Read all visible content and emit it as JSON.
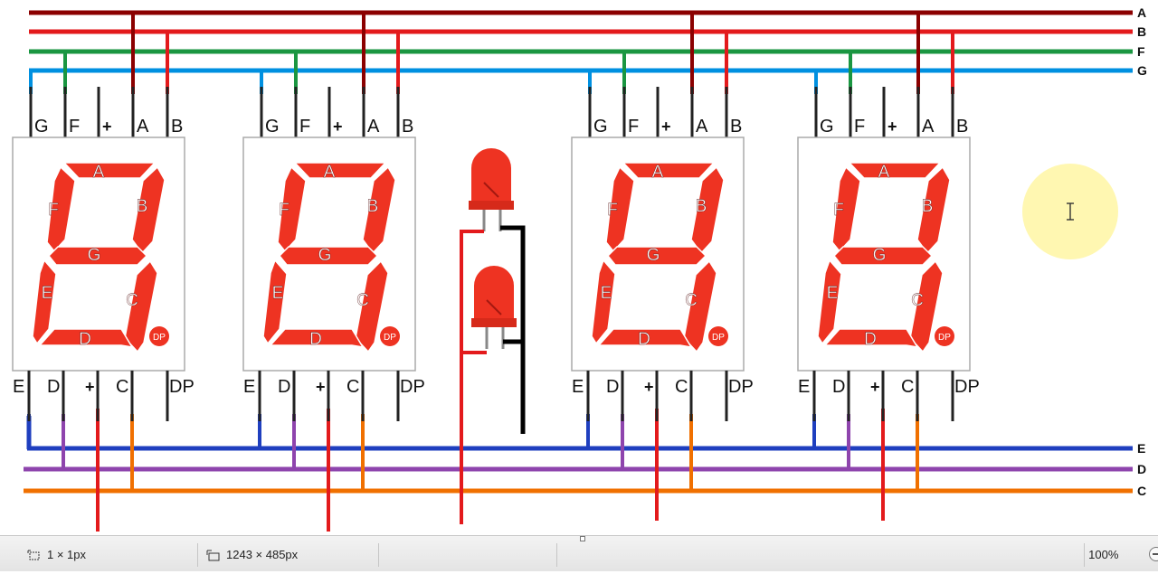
{
  "bus_top": [
    {
      "label": "A",
      "color": "#8b0000"
    },
    {
      "label": "B",
      "color": "#e31a1c"
    },
    {
      "label": "F",
      "color": "#1a9641"
    },
    {
      "label": "G",
      "color": "#0090e0"
    }
  ],
  "bus_bottom": [
    {
      "label": "E",
      "color": "#1f3fbf"
    },
    {
      "label": "D",
      "color": "#8e44ad"
    },
    {
      "label": "C",
      "color": "#f07000"
    }
  ],
  "top_pin_labels": [
    "G",
    "F",
    "+",
    "A",
    "B"
  ],
  "bottom_pin_labels": [
    "E",
    "D",
    "+",
    "C",
    "DP"
  ],
  "segment_labels": {
    "a": "A",
    "b": "B",
    "c": "C",
    "d": "D",
    "e": "E",
    "f": "F",
    "g": "G",
    "dp": "DP"
  },
  "colors": {
    "segment": "#ee3322",
    "digit_border": "#aaaaaa",
    "common_red": "#e31a1c",
    "led_wire_black": "#000000"
  },
  "statusbar": {
    "selection_size": "1 × 1px",
    "image_size": "1243 × 485px",
    "zoom": "100%"
  }
}
